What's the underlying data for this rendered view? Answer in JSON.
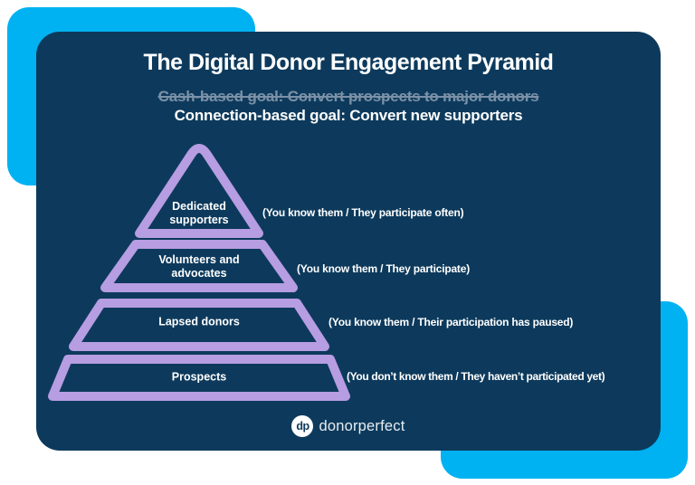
{
  "header": {
    "title": "The Digital Donor Engagement Pyramid",
    "goal_struck": "Cash-based goal: Convert prospects to major donors",
    "goal_new": "Connection-based goal: Convert new supporters"
  },
  "pyramid": {
    "tiers": [
      {
        "label": "Dedicated supporters",
        "annotation": "(You know them / They participate often)"
      },
      {
        "label": "Volunteers and advocates",
        "annotation": "(You know them / They participate)"
      },
      {
        "label": "Lapsed donors",
        "annotation": "(You know them / Their participation has paused)"
      },
      {
        "label": "Prospects",
        "annotation": "(You don’t know them / They haven’t participated yet)"
      }
    ]
  },
  "footer": {
    "logo_monogram": "dp",
    "logo_wordmark": "donorperfect"
  },
  "colors": {
    "card_navy": "#0d3a5c",
    "accent_cyan": "#00b2f2",
    "pyramid_purple": "#b79de2",
    "struck_text": "#7b91a7",
    "text_white": "#ffffff"
  }
}
